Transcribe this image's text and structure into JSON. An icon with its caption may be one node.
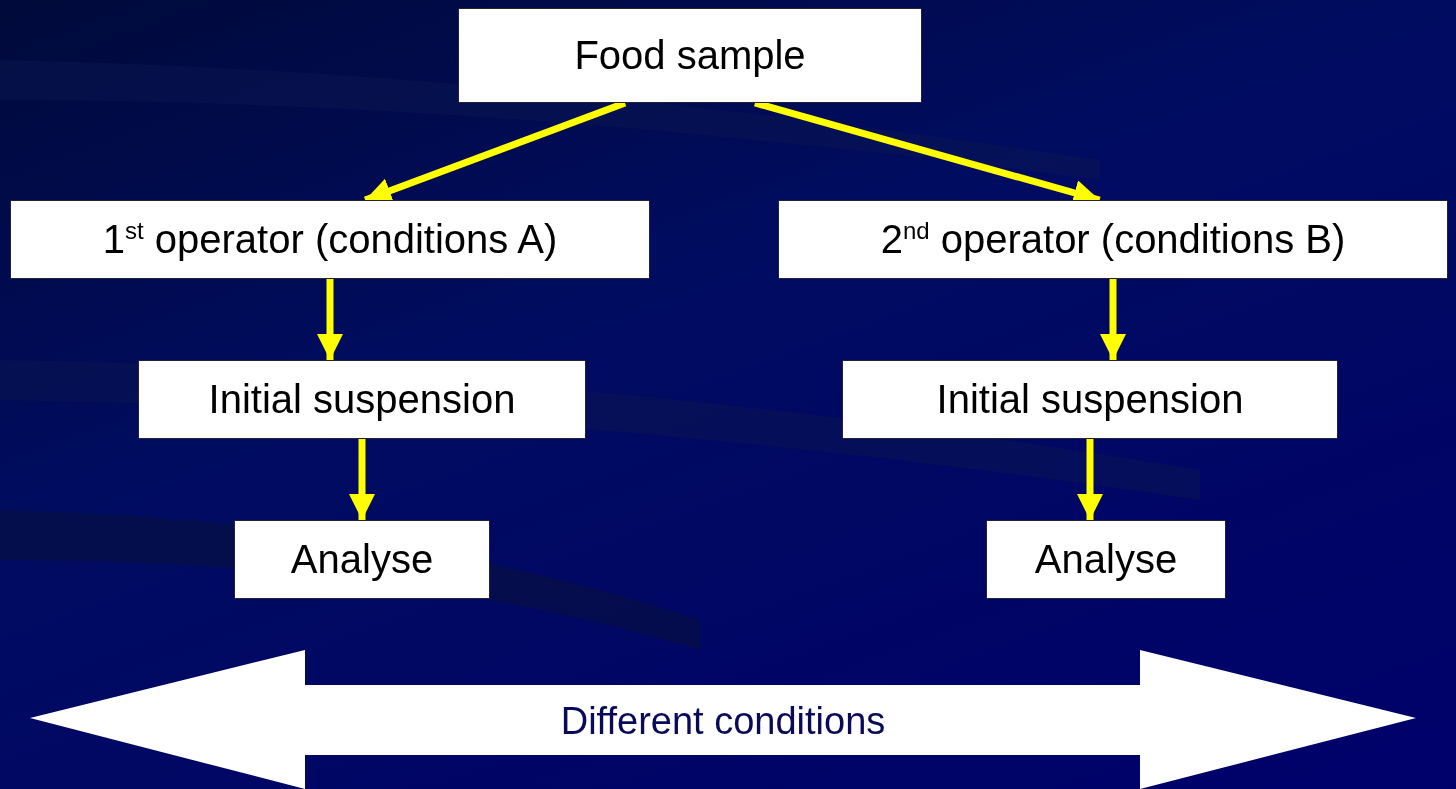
{
  "diagram": {
    "nodes": [
      {
        "text": [
          "Food sample"
        ]
      },
      {
        "text": [
          "1$^{st}$ operator (conditions A)"
        ]
      },
      {
        "text": [
          "2$^{nd}$ operator (conditions B)"
        ]
      },
      {
        "text": [
          "Initial suspension"
        ]
      },
      {
        "text": [
          "Initial suspension"
        ]
      },
      {
        "text": [
          "Analyse"
        ]
      },
      {
        "text": [
          "Analyse"
        ]
      },
      {
        "text": [
          "Different conditions"
        ]
      }
    ],
    "edges": [
      {
        "from": 0,
        "to": 1,
        "arrow": "to"
      },
      {
        "from": 0,
        "to": 2,
        "arrow": "to"
      },
      {
        "from": 1,
        "to": 3,
        "arrow": "to"
      },
      {
        "from": 3,
        "to": 5,
        "arrow": "to"
      },
      {
        "from": 2,
        "to": 4,
        "arrow": "to"
      },
      {
        "from": 4,
        "to": 6,
        "arrow": "to"
      }
    ]
  }
}
